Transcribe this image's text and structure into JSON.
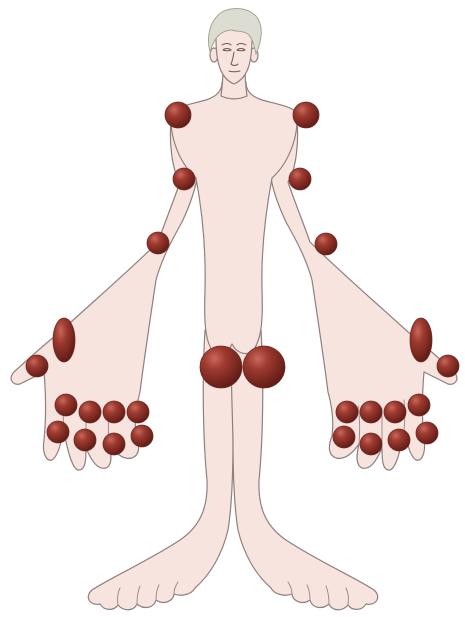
{
  "figure": {
    "subject": "human-figure",
    "colors": {
      "skin": "#f7e4df",
      "outline": "#8e8080",
      "hair": "#dcdcd2",
      "joint_light": "#c9685e",
      "joint_mid": "#9e3a30",
      "joint_dark": "#5e1a14"
    }
  },
  "joints": [
    {
      "name": "shoulder-left",
      "side": "left",
      "region": "shoulder"
    },
    {
      "name": "shoulder-right",
      "side": "right",
      "region": "shoulder"
    },
    {
      "name": "elbow-left",
      "side": "left",
      "region": "elbow"
    },
    {
      "name": "elbow-right",
      "side": "right",
      "region": "elbow"
    },
    {
      "name": "wrist-left",
      "side": "left",
      "region": "wrist"
    },
    {
      "name": "wrist-right",
      "side": "right",
      "region": "wrist"
    },
    {
      "name": "palm-left",
      "side": "left",
      "region": "hand"
    },
    {
      "name": "palm-right",
      "side": "right",
      "region": "hand"
    },
    {
      "name": "thumb-left",
      "side": "left",
      "region": "hand"
    },
    {
      "name": "thumb-right",
      "side": "right",
      "region": "hand"
    },
    {
      "name": "knee-left",
      "side": "left",
      "region": "knee"
    },
    {
      "name": "knee-right",
      "side": "right",
      "region": "knee"
    },
    {
      "name": "finger-mcp-left-1",
      "side": "left",
      "region": "finger"
    },
    {
      "name": "finger-mcp-left-2",
      "side": "left",
      "region": "finger"
    },
    {
      "name": "finger-mcp-left-3",
      "side": "left",
      "region": "finger"
    },
    {
      "name": "finger-mcp-left-4",
      "side": "left",
      "region": "finger"
    },
    {
      "name": "finger-pip-left-1",
      "side": "left",
      "region": "finger"
    },
    {
      "name": "finger-pip-left-2",
      "side": "left",
      "region": "finger"
    },
    {
      "name": "finger-pip-left-3",
      "side": "left",
      "region": "finger"
    },
    {
      "name": "finger-pip-left-4",
      "side": "left",
      "region": "finger"
    },
    {
      "name": "finger-mcp-right-1",
      "side": "right",
      "region": "finger"
    },
    {
      "name": "finger-mcp-right-2",
      "side": "right",
      "region": "finger"
    },
    {
      "name": "finger-mcp-right-3",
      "side": "right",
      "region": "finger"
    },
    {
      "name": "finger-mcp-right-4",
      "side": "right",
      "region": "finger"
    },
    {
      "name": "finger-pip-right-1",
      "side": "right",
      "region": "finger"
    },
    {
      "name": "finger-pip-right-2",
      "side": "right",
      "region": "finger"
    },
    {
      "name": "finger-pip-right-3",
      "side": "right",
      "region": "finger"
    },
    {
      "name": "finger-pip-right-4",
      "side": "right",
      "region": "finger"
    }
  ]
}
